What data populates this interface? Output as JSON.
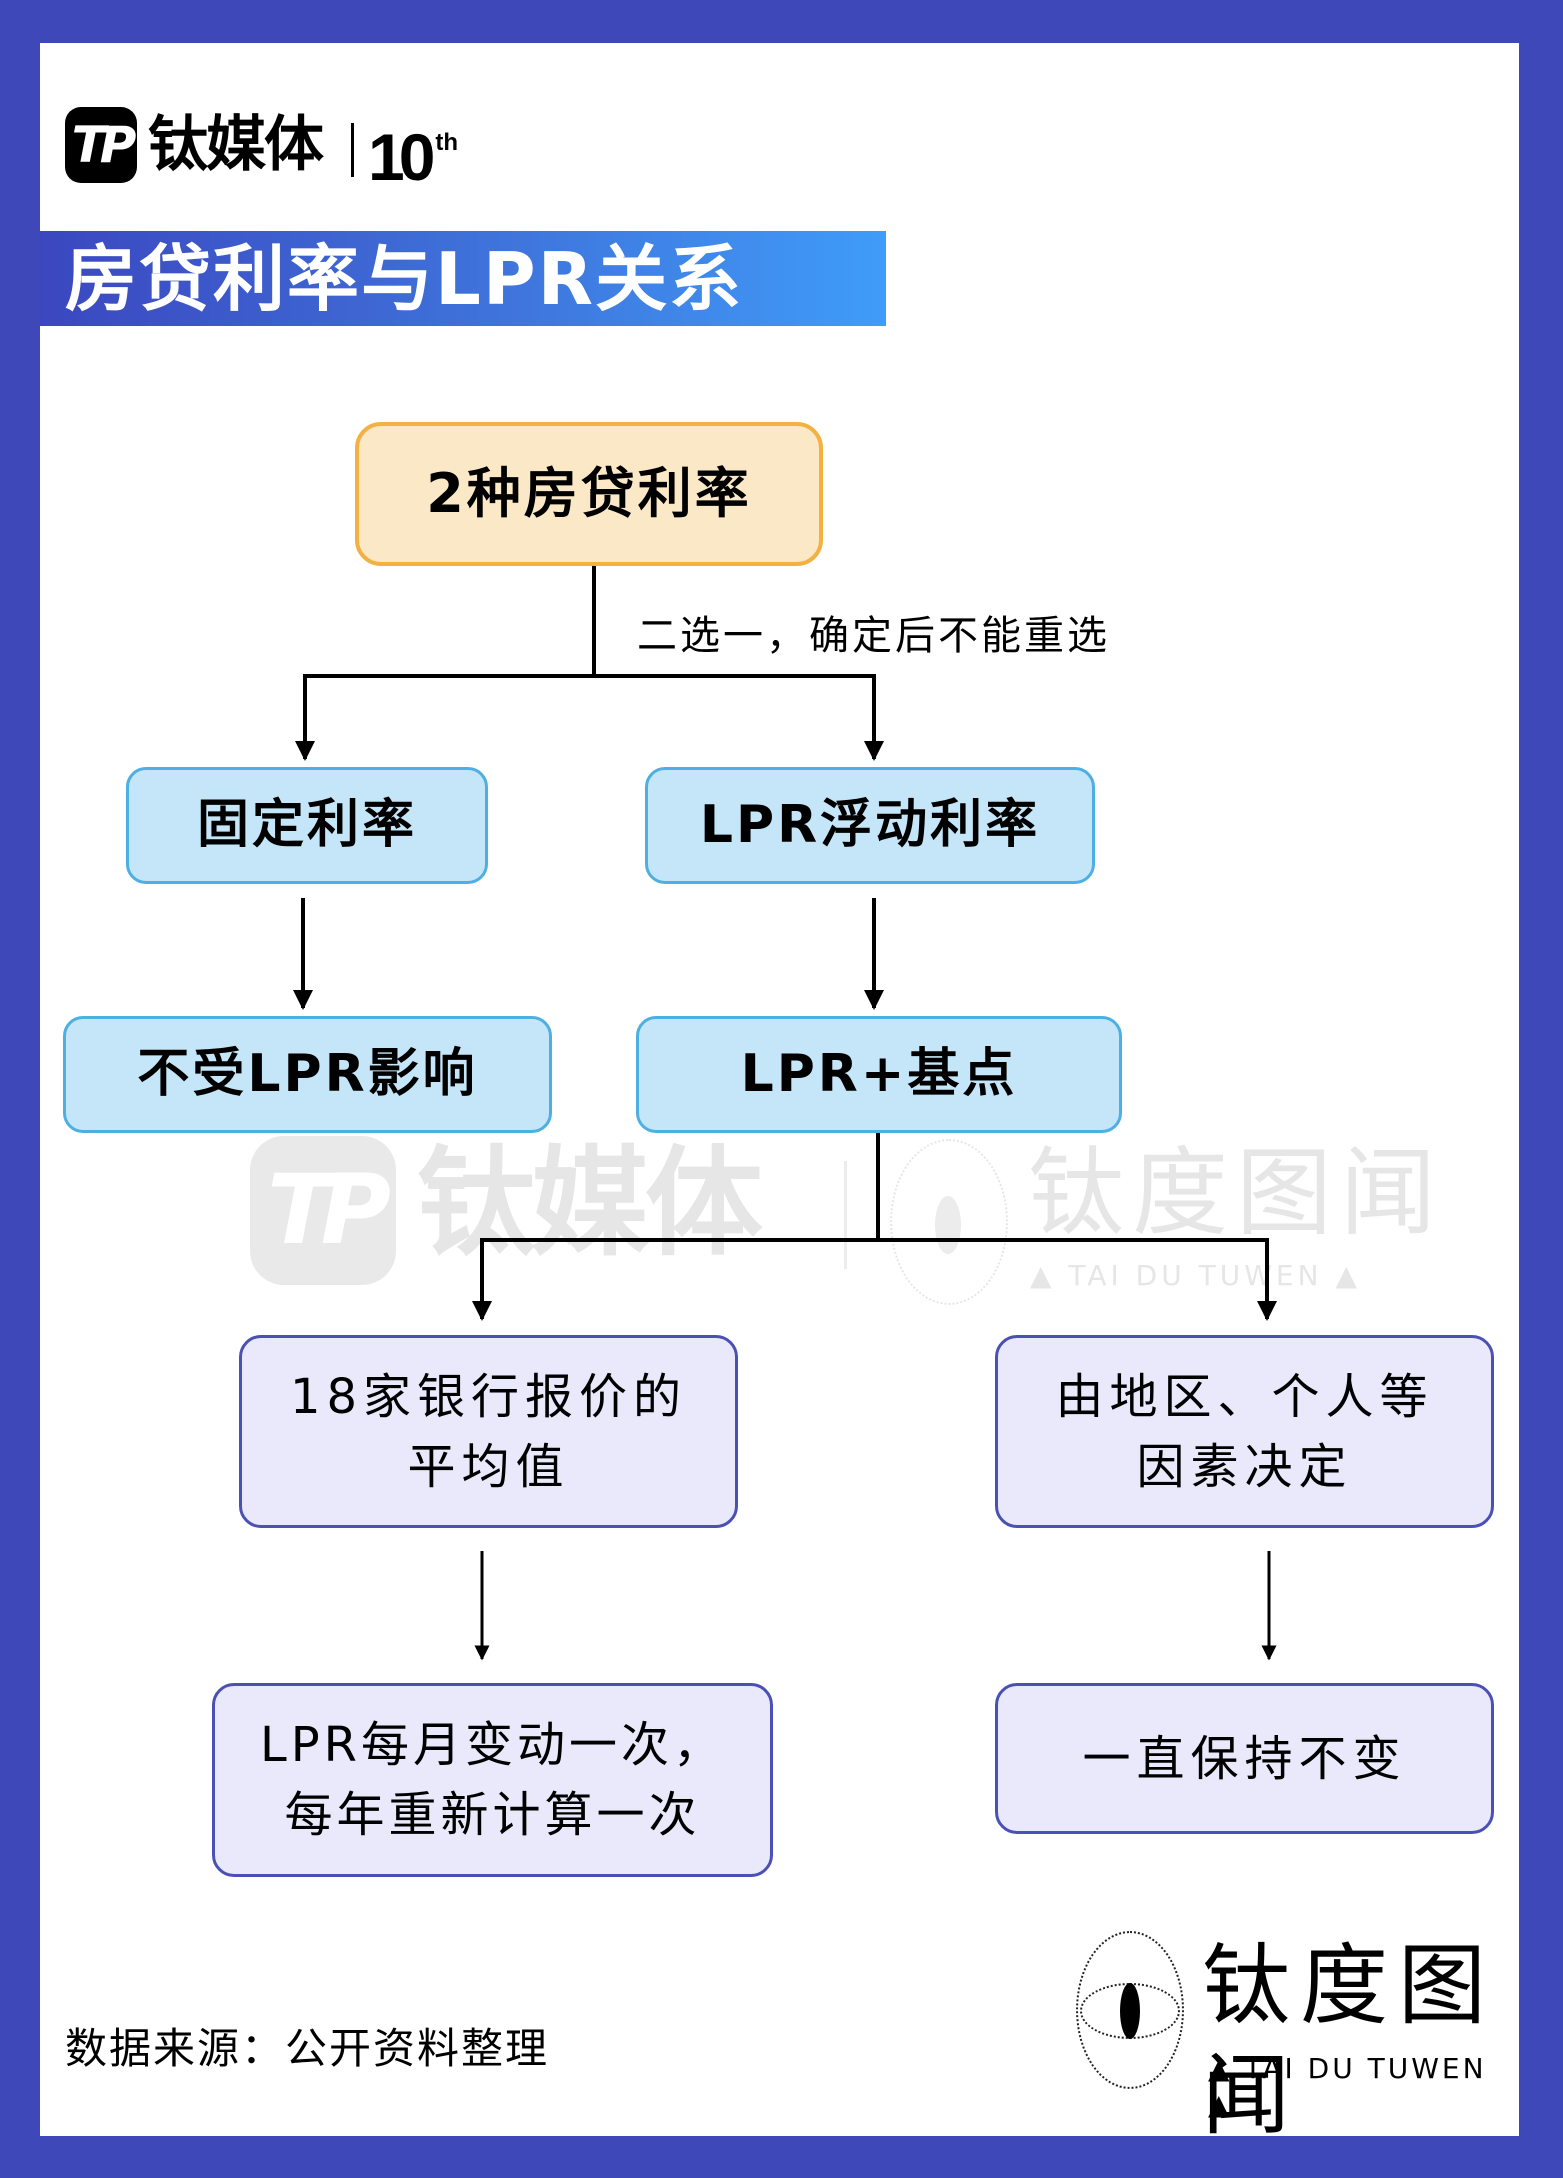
{
  "brand": {
    "icon_label": "TP",
    "name": "钛媒体",
    "anniversary": "10",
    "anniversary_suffix": "th"
  },
  "title": "房贷利率与LPR关系",
  "colors": {
    "frame": "#3f48b8",
    "banner_start": "#3b47bf",
    "banner_end": "#3f9cf8",
    "root_fill": "#fbe8c6",
    "root_border": "#f3b144",
    "type_fill": "#c4e6f8",
    "type_border": "#4eb0e2",
    "detail_fill": "#e9e9fb",
    "detail_border": "#4b50b5"
  },
  "diagram": {
    "root": "2种房贷利率",
    "choice_label": "二选一，确定后不能重选",
    "fixed": {
      "title": "固定利率",
      "result": "不受LPR影响"
    },
    "floating": {
      "title": "LPR浮动利率",
      "formula": "LPR+基点",
      "lpr": {
        "line1": "18家银行报价的",
        "line2": "平均值",
        "result_line1": "LPR每月变动一次，",
        "result_line2": "每年重新计算一次"
      },
      "basis": {
        "line1": "由地区、个人等",
        "line2": "因素决定",
        "result": "一直保持不变"
      }
    }
  },
  "watermark": {
    "icon_label": "TP",
    "name": "钛媒体",
    "partner": "钛度图闻",
    "partner_sub": "▲ TAI DU TUWEN ▲"
  },
  "footer": {
    "source": "数据来源：公开资料整理",
    "logo_name": "钛度图闻",
    "logo_sub": "▲ TAI DU TUWEN ▲"
  }
}
